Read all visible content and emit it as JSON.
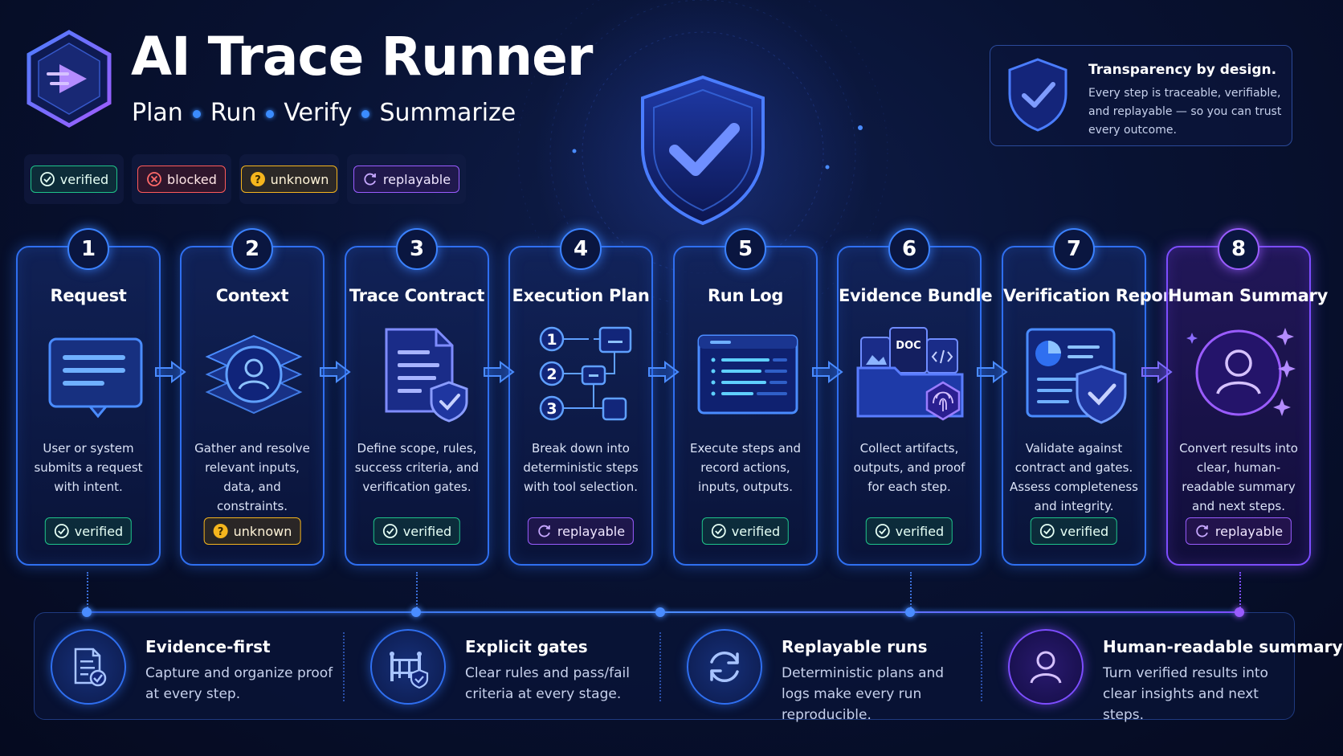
{
  "header": {
    "title": "AI Trace Runner",
    "subtitle": [
      "Plan",
      "Run",
      "Verify",
      "Summarize"
    ]
  },
  "legend": [
    {
      "label": "verified",
      "status": "verified"
    },
    {
      "label": "blocked",
      "status": "blocked"
    },
    {
      "label": "unknown",
      "status": "unknown"
    },
    {
      "label": "replayable",
      "status": "replayable"
    }
  ],
  "transparency": {
    "title": "Transparency by design.",
    "body": "Every step is traceable, verifiable, and replayable — so you can trust every outcome."
  },
  "steps": [
    {
      "num": "1",
      "title": "Request",
      "desc": "User or system submits a request with intent.",
      "badge": "verified"
    },
    {
      "num": "2",
      "title": "Context",
      "desc": "Gather and resolve relevant inputs, data, and constraints.",
      "badge": "unknown"
    },
    {
      "num": "3",
      "title": "Trace Contract",
      "desc": "Define scope, rules, success criteria, and verification gates.",
      "badge": "verified"
    },
    {
      "num": "4",
      "title": "Execution Plan",
      "desc": "Break down into deterministic steps with tool selection.",
      "badge": "replayable"
    },
    {
      "num": "5",
      "title": "Run Log",
      "desc": "Execute steps and record actions, inputs, outputs.",
      "badge": "verified"
    },
    {
      "num": "6",
      "title": "Evidence Bundle",
      "desc": "Collect artifacts, outputs, and proof for each step.",
      "badge": "verified"
    },
    {
      "num": "7",
      "title": "Verification Report",
      "desc": "Validate against contract and gates. Assess completeness and integrity.",
      "badge": "verified"
    },
    {
      "num": "8",
      "title": "Human Summary",
      "desc": "Convert results into clear, human-readable summary and next steps.",
      "badge": "replayable"
    }
  ],
  "icons": {
    "evidence_doc_label": "DOC",
    "plan_nums": [
      "1",
      "2",
      "3"
    ]
  },
  "features": [
    {
      "title": "Evidence-first",
      "desc": "Capture and organize proof at every step."
    },
    {
      "title": "Explicit gates",
      "desc": "Clear rules and pass/fail criteria at every stage."
    },
    {
      "title": "Replayable runs",
      "desc": "Deterministic plans and logs make every run reproducible."
    },
    {
      "title": "Human-readable summary",
      "desc": "Turn verified results into clear insights and next steps."
    }
  ],
  "colors": {
    "accent": "#2f6ff0",
    "purple": "#7d4dff",
    "verified": "#1fc48a",
    "blocked": "#ff5a5a",
    "unknown": "#f5b51d",
    "replayable": "#9a5cff"
  }
}
